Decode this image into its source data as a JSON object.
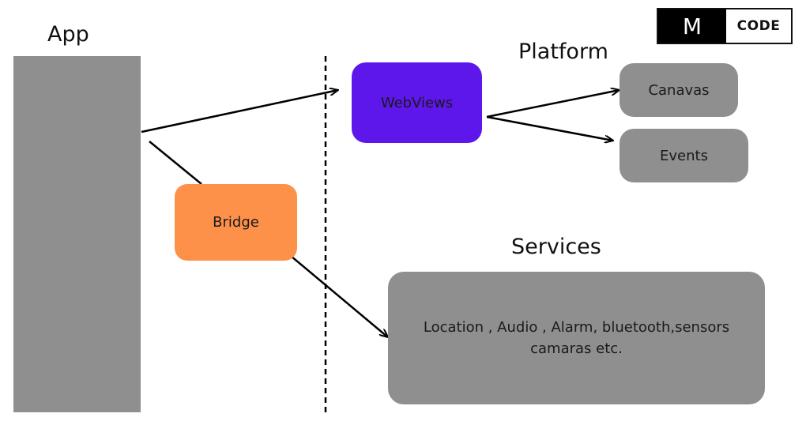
{
  "titles": {
    "app": "App",
    "platform": "Platform",
    "services": "Services"
  },
  "nodes": {
    "bridge": "Bridge",
    "webviews": "WebViews",
    "canavas": "Canavas",
    "events": "Events",
    "services_line1": "Location , Audio , Alarm, bluetooth,sensors",
    "services_line2": "camaras etc."
  },
  "logo": {
    "mark": "M",
    "text": "CODE"
  },
  "colors": {
    "gray": "#8f8f8f",
    "bridge": "#fe914a",
    "webviews": "#5e17eb",
    "line": "#000000"
  }
}
